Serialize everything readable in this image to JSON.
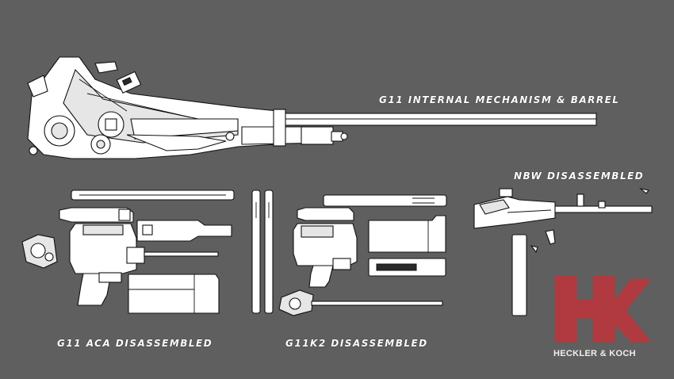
{
  "labels": {
    "g11_internal": "G11 INTERNAL MECHANISM & BARREL",
    "nbw": "NBW DISASSEMBLED",
    "g11_aca": "G11 ACA DISASSEMBLED",
    "g11k2": "G11K2 DISASSEMBLED"
  },
  "logo": {
    "mark": "HK",
    "name": "HECKLER & KOCH",
    "color": "#b03a3f"
  },
  "colors": {
    "background": "#5f5f5f",
    "line_art_fill": "#ffffff",
    "line_art_stroke": "#111111"
  }
}
